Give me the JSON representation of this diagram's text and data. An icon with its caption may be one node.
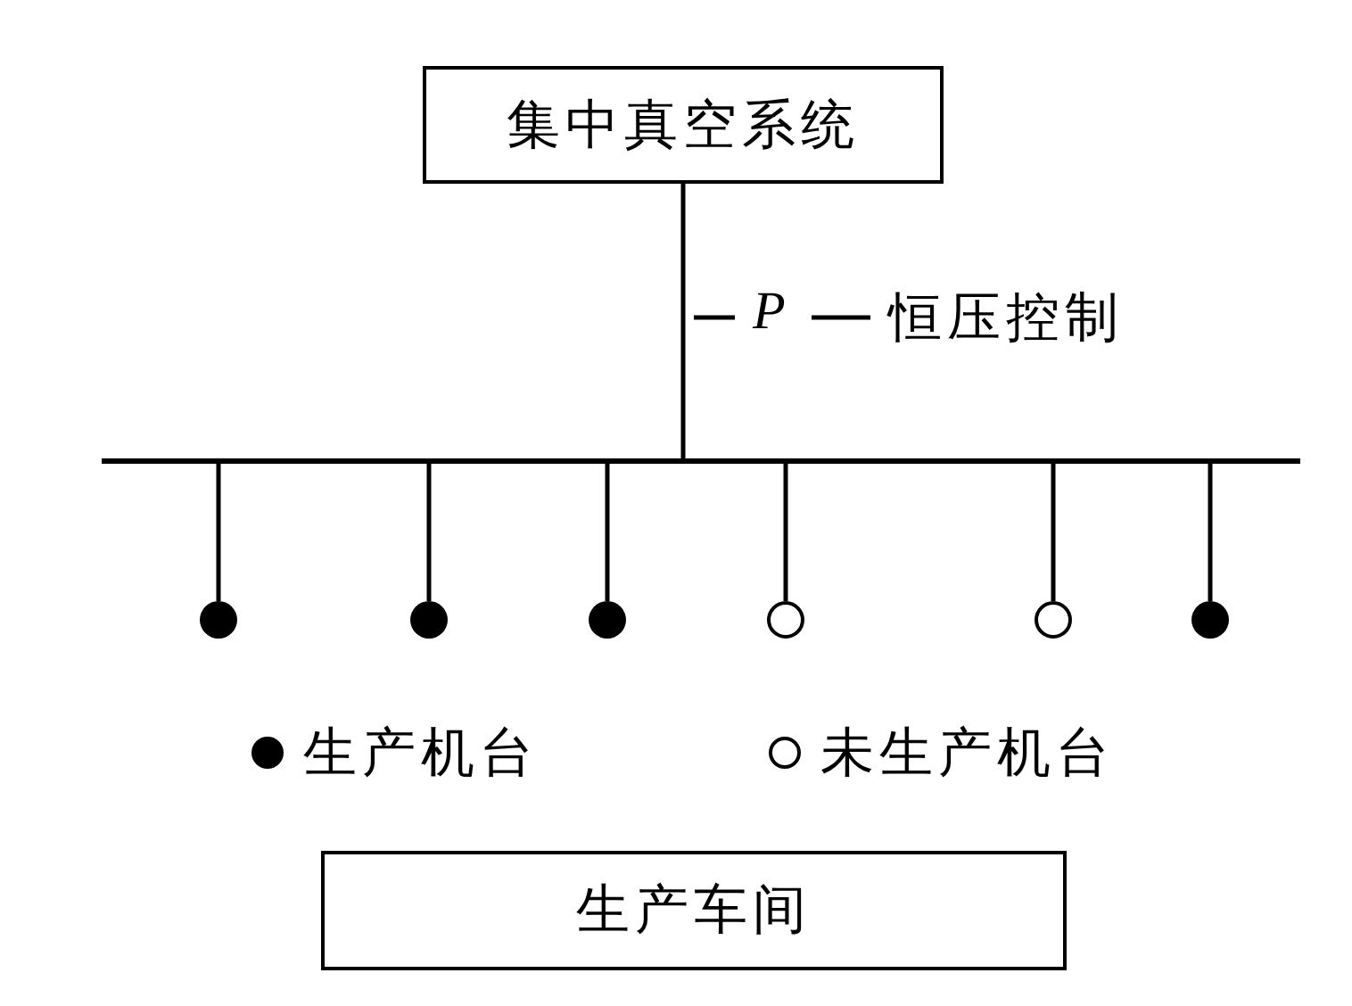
{
  "diagram": {
    "nodes": [
      {
        "text": [
          "集中真空系统"
        ]
      },
      {
        "text": [],
        "shape": "bar"
      },
      {
        "text": [],
        "shape": "dot"
      },
      {
        "text": [],
        "shape": "dot"
      },
      {
        "text": [],
        "shape": "dot"
      },
      {
        "text": [],
        "shape": "circle"
      },
      {
        "text": [],
        "shape": "circle"
      },
      {
        "text": [],
        "shape": "dot"
      },
      {
        "text": [
          "生产车间"
        ]
      }
    ],
    "edges": [
      {
        "from": 0,
        "to": 1,
        "arrow": "none"
      },
      {
        "from": 1,
        "to": 2,
        "arrow": "none"
      },
      {
        "from": 1,
        "to": 3,
        "arrow": "none"
      },
      {
        "from": 1,
        "to": 4,
        "arrow": "none"
      },
      {
        "from": 1,
        "to": 5,
        "arrow": "none"
      },
      {
        "from": 1,
        "to": 6,
        "arrow": "none"
      },
      {
        "from": 1,
        "to": 7,
        "arrow": "none"
      }
    ],
    "labels": [
      "P",
      "恒压控制"
    ],
    "legend": [
      {
        "text": "生产机台"
      },
      {
        "text": "未生产机台"
      }
    ]
  }
}
